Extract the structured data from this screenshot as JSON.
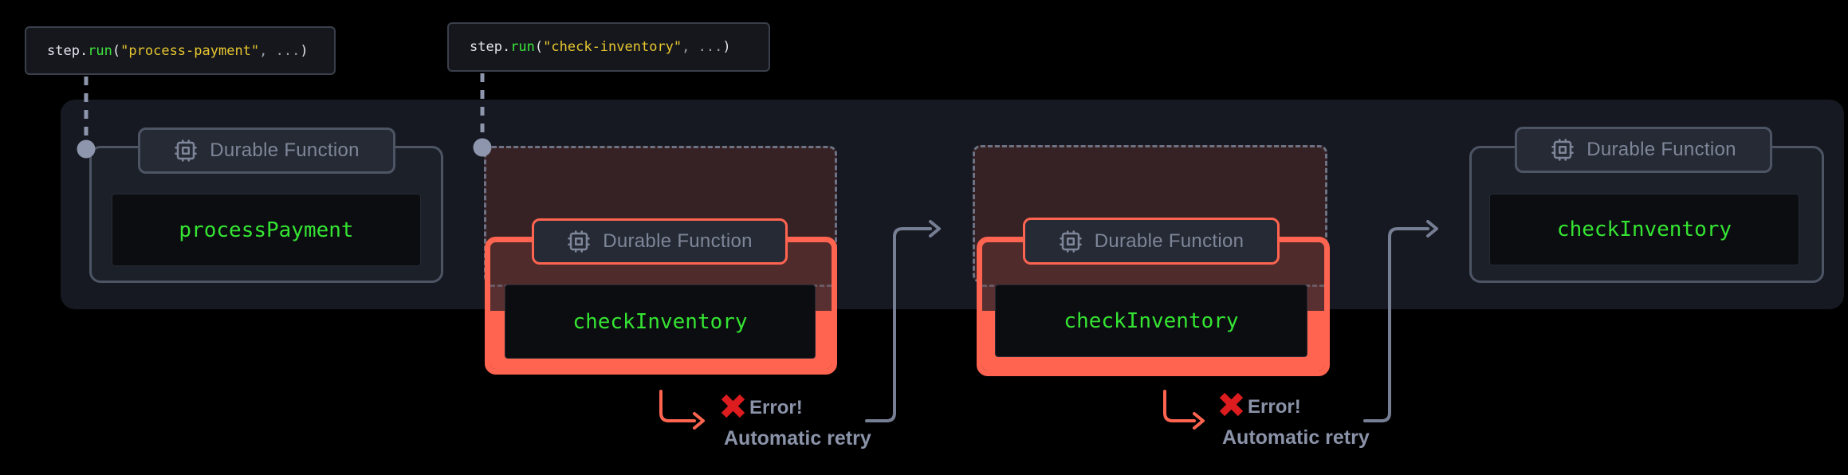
{
  "diagram": {
    "code_labels": {
      "first": {
        "obj": "step.",
        "fn": "run",
        "open": "(",
        "arg": "\"process-payment\"",
        "sep": ", ...",
        "close": ")"
      },
      "second": {
        "obj": "step.",
        "fn": "run",
        "open": "(",
        "arg": "\"check-inventory\"",
        "sep": ", ...",
        "close": ")"
      }
    },
    "badge_label": "Durable Function",
    "functions": {
      "payment": "processPayment",
      "inventory": "checkInventory"
    },
    "annotations": {
      "error": "Error!",
      "retry": "Automatic retry"
    },
    "colors": {
      "accent_red": "#ff6450",
      "code_green": "#35e432",
      "code_yellow": "#e7c62f",
      "error_x_red": "#dd1c20",
      "muted_text": "#8b93a9",
      "container_bg": "#161921",
      "ghost_fill": "#362225",
      "connector_grey": "#8d96ad",
      "retry_line_grey": "#767e93"
    }
  }
}
